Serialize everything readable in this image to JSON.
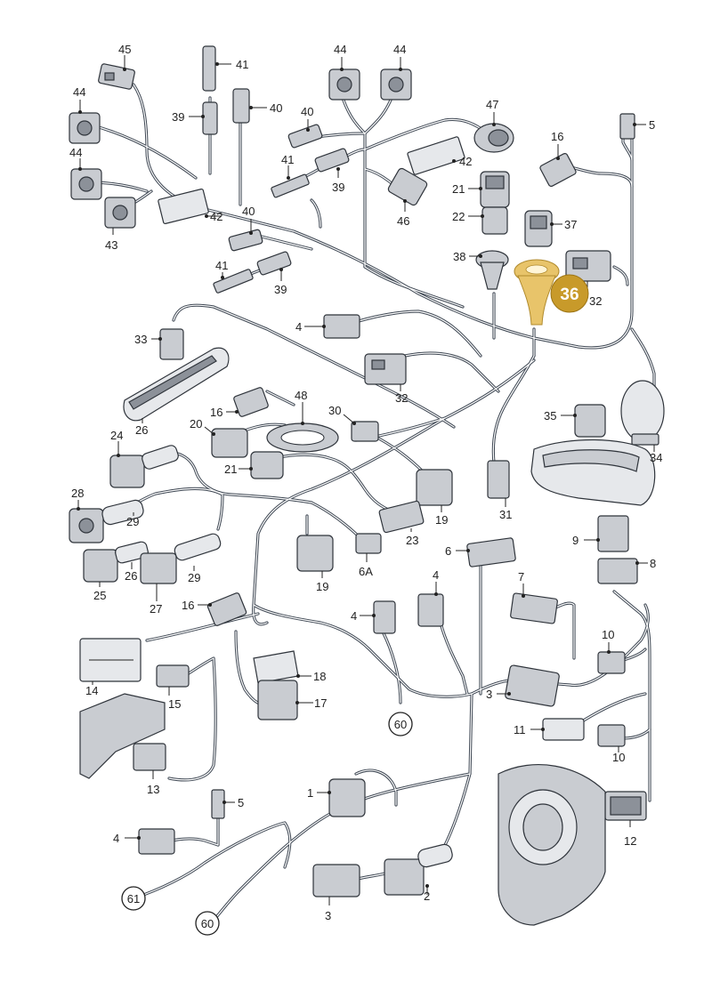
{
  "highlight": {
    "label": "36",
    "color": "#c89a2a"
  },
  "callouts": {
    "c60a": "60",
    "c60b": "60",
    "c61": "61"
  },
  "labels": {
    "l45": "45",
    "l41a": "41",
    "l44a": "44",
    "l44b": "44",
    "l44c": "44",
    "l44d": "44",
    "l39a": "39",
    "l40a": "40",
    "l43": "43",
    "l42a": "42",
    "l40b": "40",
    "l41b": "41",
    "l39b": "39",
    "l42b": "42",
    "l47": "47",
    "l5a": "5",
    "l16a": "16",
    "l21a": "21",
    "l22": "22",
    "l37": "37",
    "l38": "38",
    "l32a": "32",
    "l40c": "40",
    "l41c": "41",
    "l39c": "39",
    "l46": "46",
    "l33": "33",
    "l4a": "4",
    "l32b": "32",
    "l48": "48",
    "l16b": "16",
    "l26a": "26",
    "l20": "20",
    "l30": "30",
    "l35": "35",
    "l34": "34",
    "l24": "24",
    "l21b": "21",
    "l19a": "19",
    "l31": "31",
    "l28": "28",
    "l29a": "29",
    "l23": "23",
    "l9": "9",
    "l8": "8",
    "l26b": "26",
    "l29b": "29",
    "l25": "25",
    "l27": "27",
    "l6": "6",
    "l6A": "6A",
    "l19b": "19",
    "l7": "7",
    "l16c": "16",
    "l4b": "4",
    "l4c": "4",
    "l10a": "10",
    "l14": "14",
    "l18": "18",
    "l15": "15",
    "l17": "17",
    "l3a": "3",
    "l11": "11",
    "l10b": "10",
    "l13": "13",
    "l1": "1",
    "l12": "12",
    "l5b": "5",
    "l4d": "4",
    "l2": "2",
    "l3b": "3"
  },
  "colors": {
    "harness": "#3d4652",
    "part": "#c9ccd1",
    "highlight": "#c89a2a"
  }
}
